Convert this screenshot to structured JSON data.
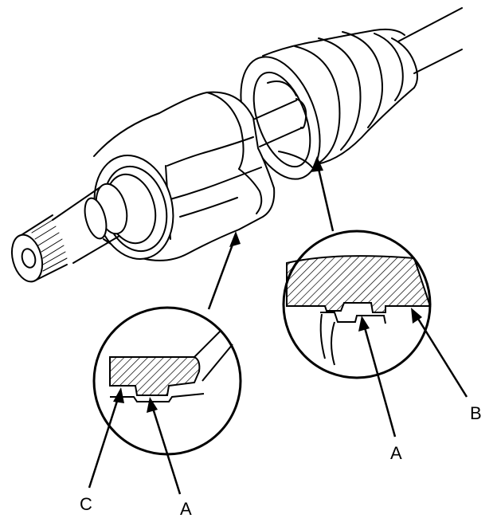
{
  "labels": {
    "callout_left_a": "A",
    "callout_left_c": "C",
    "callout_right_a": "A",
    "callout_right_b": "B"
  },
  "colors": {
    "ink": "#000000",
    "paper": "#ffffff"
  }
}
